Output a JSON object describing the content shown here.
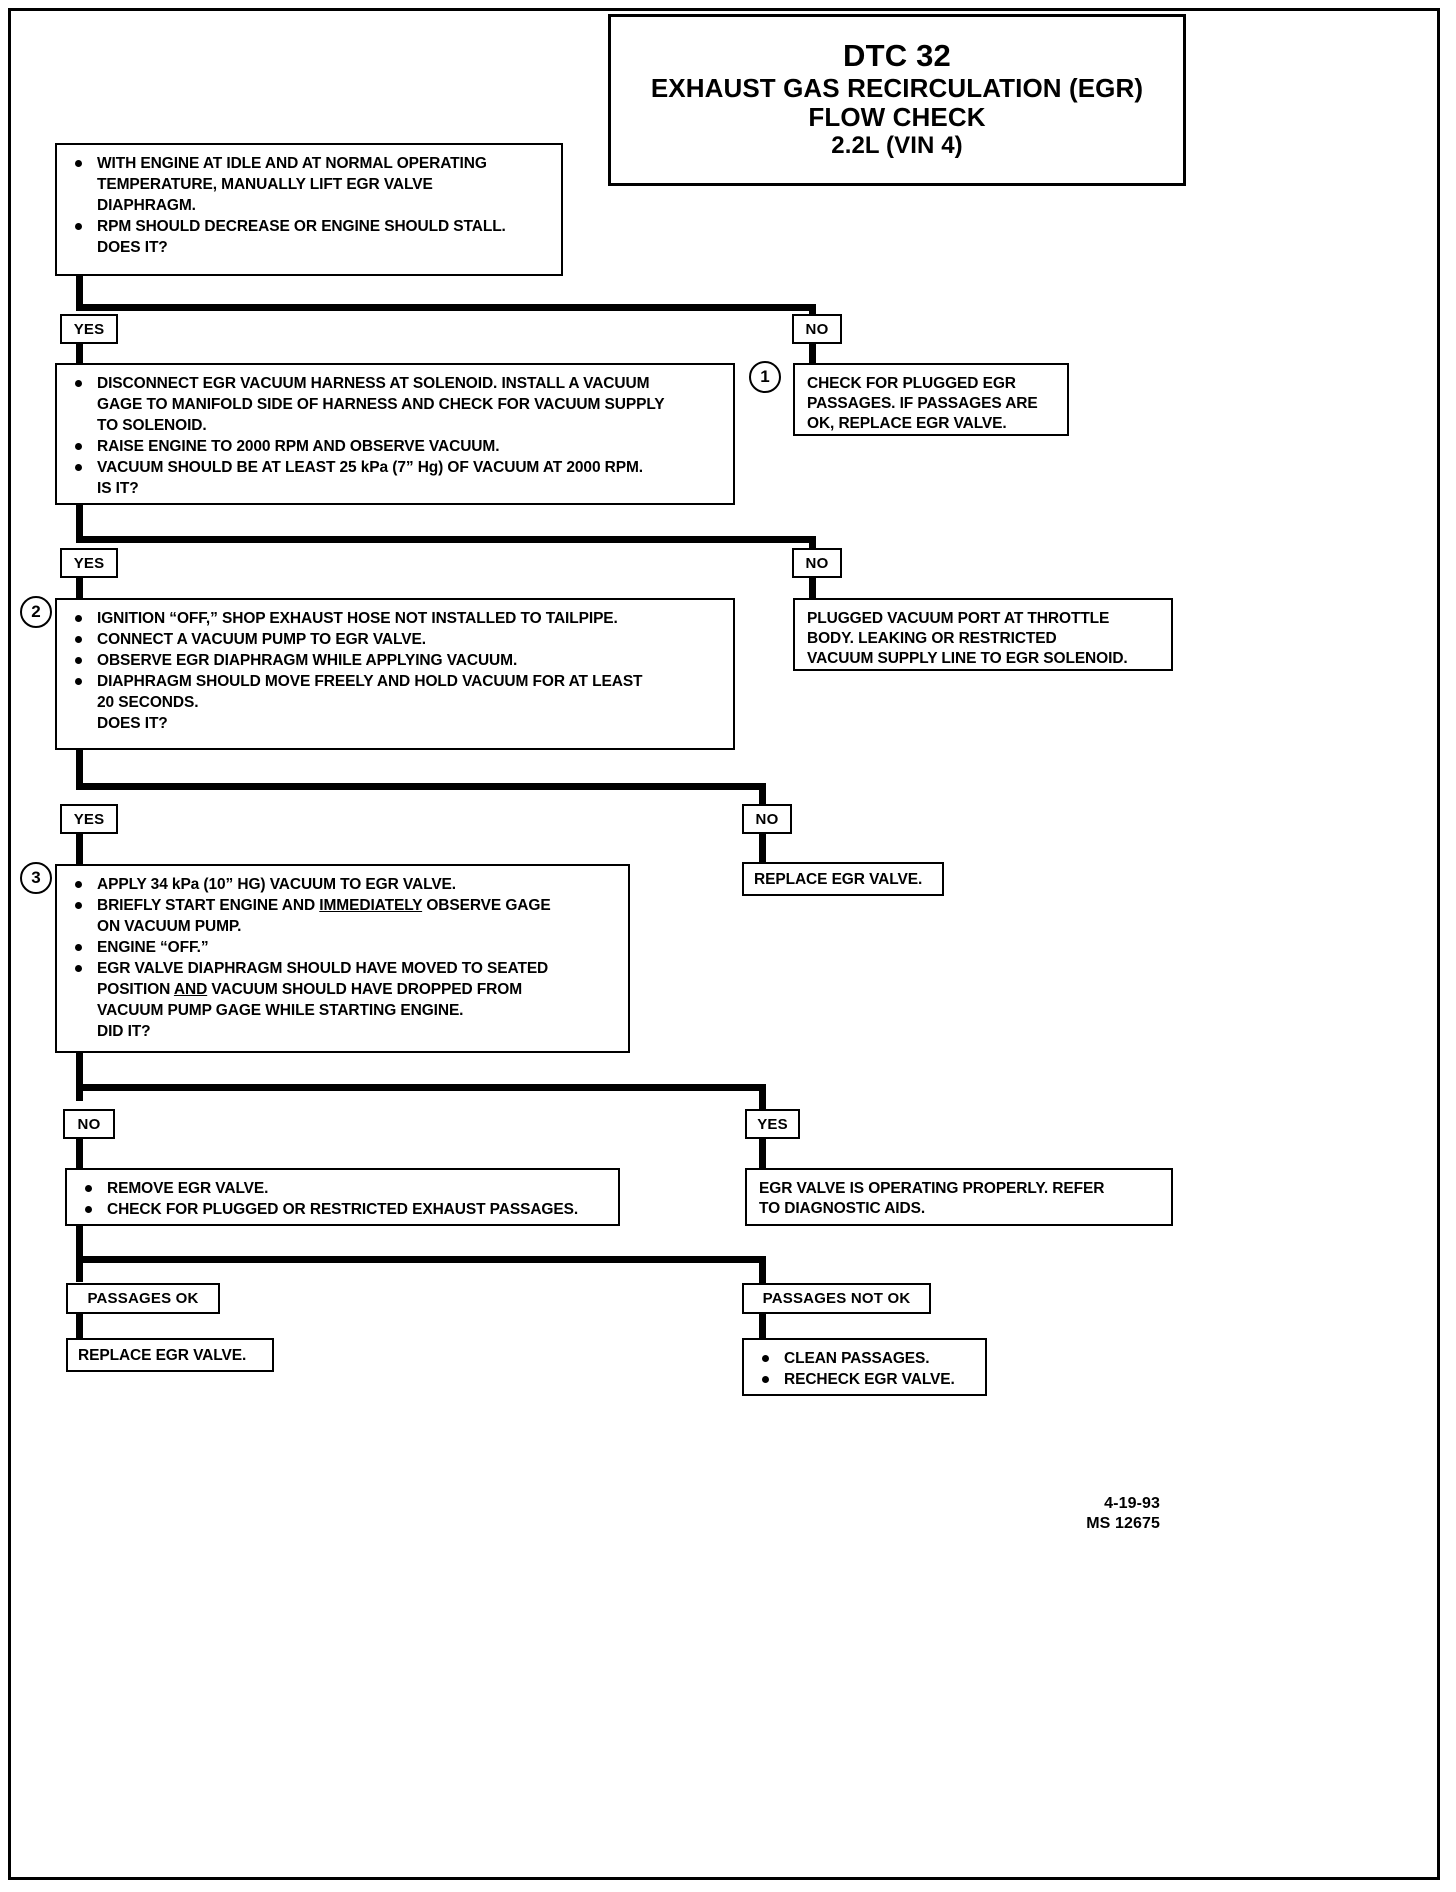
{
  "title": {
    "line1": "DTC 32",
    "line2": "EXHAUST GAS RECIRCULATION (EGR)",
    "line3": "FLOW CHECK",
    "line4": "2.2L  (VIN 4)"
  },
  "branches": {
    "yes": "YES",
    "no": "NO",
    "passages_ok": "PASSAGES OK",
    "passages_not_ok": "PASSAGES NOT OK"
  },
  "step_numbers": {
    "one": "1",
    "two": "2",
    "three": "3"
  },
  "boxes": {
    "step1": {
      "lines": [
        "WITH ENGINE AT IDLE AND AT NORMAL OPERATING",
        "TEMPERATURE, MANUALLY LIFT EGR VALVE",
        "DIAPHRAGM.",
        "RPM SHOULD DECREASE OR ENGINE SHOULD STALL.",
        "DOES IT?"
      ],
      "bullet_at": [
        0,
        3
      ]
    },
    "check_plugged": {
      "lines": [
        "CHECK FOR PLUGGED EGR",
        "PASSAGES.  IF PASSAGES ARE",
        "OK, REPLACE EGR VALVE."
      ]
    },
    "step2": {
      "lines": [
        "DISCONNECT EGR VACUUM HARNESS AT SOLENOID.  INSTALL A VACUUM",
        "GAGE TO MANIFOLD SIDE OF HARNESS AND CHECK FOR VACUUM SUPPLY",
        "TO SOLENOID.",
        "RAISE ENGINE TO 2000 RPM AND OBSERVE VACUUM.",
        "VACUUM SHOULD BE AT LEAST 25 kPa (7” Hg) OF VACUUM AT 2000 RPM.",
        "IS IT?"
      ],
      "bullet_at": [
        0,
        3,
        4
      ]
    },
    "plugged_port": {
      "lines": [
        "PLUGGED VACUUM PORT AT THROTTLE",
        "BODY.  LEAKING OR RESTRICTED",
        "VACUUM SUPPLY LINE TO EGR SOLENOID."
      ]
    },
    "step3": {
      "lines": [
        "IGNITION “OFF,” SHOP EXHAUST HOSE NOT INSTALLED TO TAILPIPE.",
        "CONNECT A VACUUM PUMP TO EGR VALVE.",
        "OBSERVE EGR DIAPHRAGM WHILE APPLYING VACUUM.",
        "DIAPHRAGM SHOULD MOVE FREELY AND HOLD VACUUM FOR AT LEAST",
        "20 SECONDS.",
        "DOES IT?"
      ],
      "bullet_at": [
        0,
        1,
        2,
        3
      ]
    },
    "replace_valve_right": {
      "lines": [
        "REPLACE EGR VALVE."
      ]
    },
    "step4": {
      "line1": "APPLY 34 kPa (10” HG) VACUUM TO EGR VALVE.",
      "line2a": "BRIEFLY START ENGINE AND ",
      "line2u": "IMMEDIATELY",
      "line2b": " OBSERVE GAGE",
      "line3": "ON VACUUM PUMP.",
      "line4": "ENGINE “OFF.”",
      "line5": "EGR VALVE DIAPHRAGM SHOULD HAVE MOVED TO SEATED",
      "line6a": "POSITION ",
      "line6u": "AND",
      "line6b": " VACUUM SHOULD HAVE DROPPED FROM",
      "line7": "VACUUM PUMP GAGE WHILE STARTING ENGINE.",
      "line8": "DID IT?"
    },
    "remove_valve": {
      "lines": [
        "REMOVE EGR VALVE.",
        "CHECK FOR PLUGGED OR RESTRICTED EXHAUST PASSAGES."
      ],
      "bullet_at": [
        0,
        1
      ]
    },
    "operating_properly": {
      "lines": [
        "EGR VALVE IS OPERATING PROPERLY.  REFER",
        "TO DIAGNOSTIC AIDS."
      ]
    },
    "replace_valve_bottom": {
      "lines": [
        "REPLACE EGR VALVE."
      ]
    },
    "clean_passages": {
      "lines": [
        "CLEAN PASSAGES.",
        "RECHECK EGR VALVE."
      ],
      "bullet_at": [
        0,
        1
      ]
    }
  },
  "footer": {
    "date": "4-19-93",
    "code": "MS 12675"
  }
}
